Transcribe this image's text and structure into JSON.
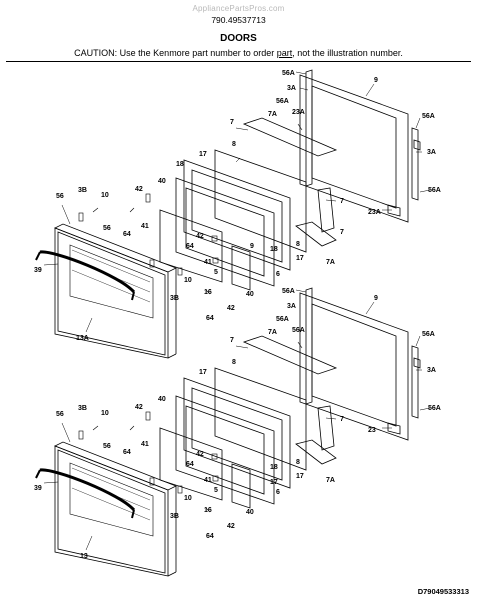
{
  "header": {
    "watermark": "AppliancePartsPros.com",
    "model_number": "790.49537713",
    "section_title": "DOORS",
    "caution_before": "CAUTION: Use the Kenmore part number to order ",
    "caution_link": "part",
    "caution_after": ", not the illustration number."
  },
  "footer": {
    "diagram_id": "D79049533313"
  },
  "upper_door": {
    "labels": [
      "56A",
      "3A",
      "9",
      "56A",
      "23A",
      "7A",
      "7",
      "56A",
      "3A",
      "17",
      "8",
      "18",
      "56A",
      "7",
      "56",
      "3B",
      "10",
      "42",
      "40",
      "41",
      "64",
      "56",
      "64",
      "42",
      "3B",
      "10",
      "16",
      "42",
      "64",
      "40",
      "41",
      "5",
      "6",
      "17",
      "18",
      "8",
      "9",
      "7A",
      "7",
      "23A",
      "39",
      "13A"
    ]
  },
  "lower_door": {
    "labels": [
      "56A",
      "9",
      "56A",
      "3A",
      "7A",
      "56A",
      "7",
      "17",
      "56A",
      "3A",
      "8",
      "56A",
      "7",
      "56",
      "3B",
      "10",
      "42",
      "40",
      "64",
      "56",
      "41",
      "42",
      "64",
      "41",
      "10",
      "42",
      "3B",
      "16",
      "40",
      "5",
      "17",
      "18",
      "64",
      "8",
      "7A",
      "23",
      "39",
      "13",
      "6",
      "17"
    ]
  }
}
